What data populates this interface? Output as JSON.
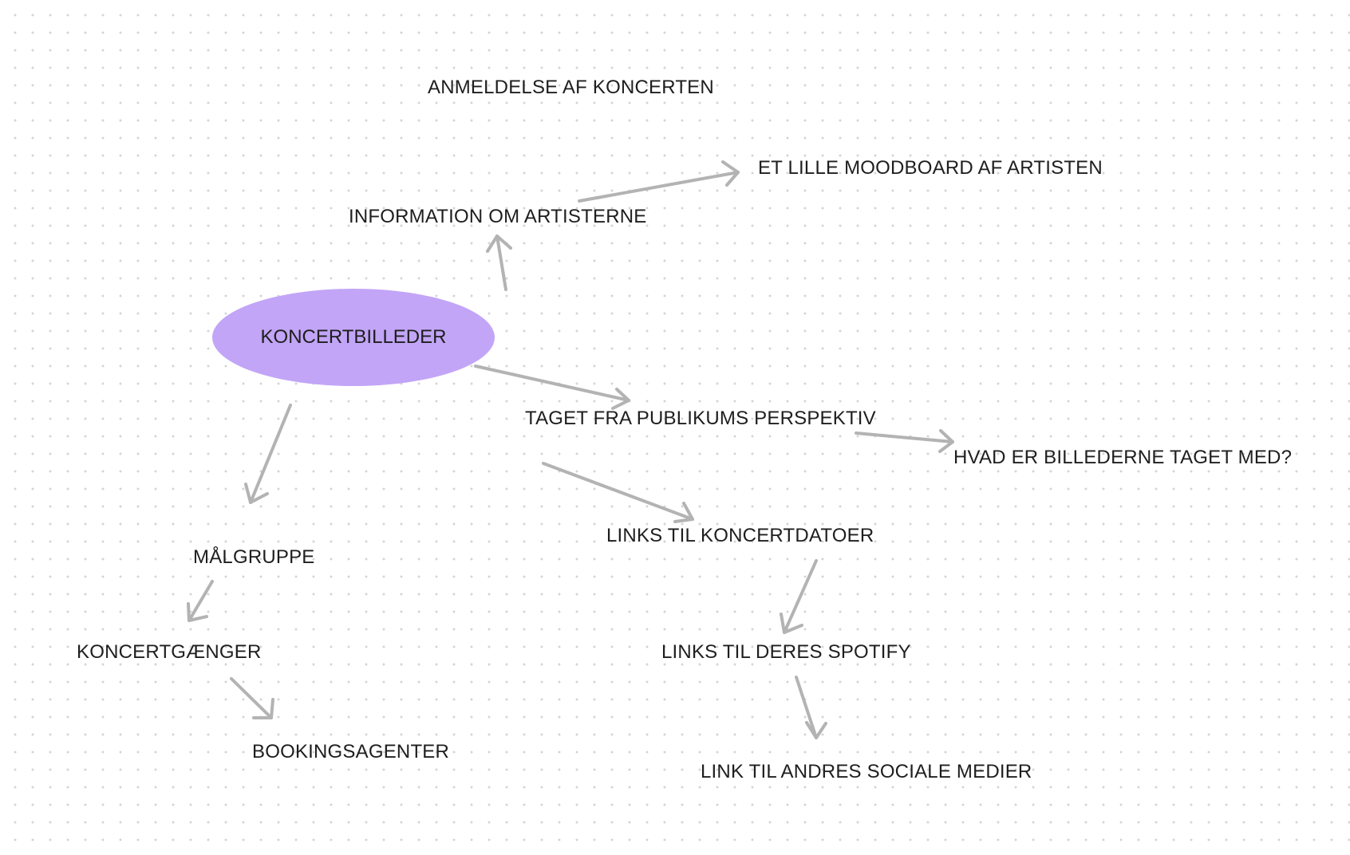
{
  "center": {
    "label": "KONCERTBILLEDER",
    "color": "#c2a5f7"
  },
  "nodes": {
    "anmeldelse": "ANMELDELSE AF KONCERTEN",
    "moodboard": "ET LILLE MOODBOARD AF ARTISTEN",
    "information": "INFORMATION OM ARTISTERNE",
    "publikum": "TAGET FRA PUBLIKUMS PERSPEKTIV",
    "hvad": "HVAD ER BILLEDERNE TAGET MED?",
    "koncertdatoer": "LINKS TIL KONCERTDATOER",
    "spotify": "LINKS TIL DERES SPOTIFY",
    "sociale": "LINK TIL ANDRES SOCIALE MEDIER",
    "malgruppe": "MÅLGRUPPE",
    "koncertgaenger": "KONCERTGÆNGER",
    "booking": "BOOKINGSAGENTER"
  },
  "connector_color": "#b3b3b3"
}
